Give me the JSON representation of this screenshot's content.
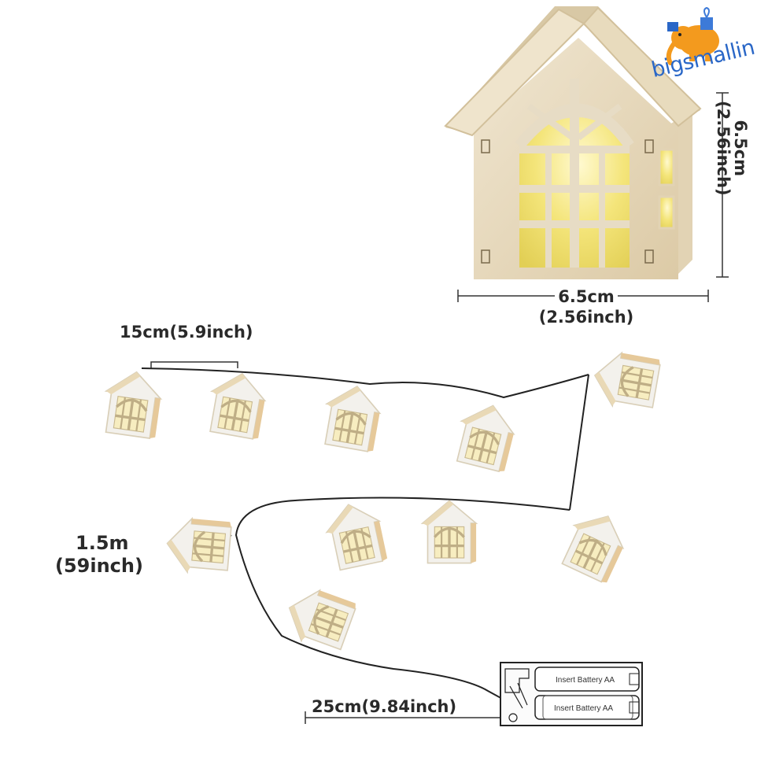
{
  "brand": {
    "logo_text": "bigsmallin"
  },
  "dimensions": {
    "height": "6.5cm\n(2.56inch)",
    "height_line1": "6.5cm",
    "height_line2": "(2.56inch)",
    "width_line1": "6.5cm",
    "width_line2": "(2.56inch)",
    "spacing": "15cm(5.9inch)",
    "length_line1": "1.5m",
    "length_line2": "(59inch)",
    "lead": "25cm(9.84inch)"
  },
  "battery_box": {
    "slot_1": "Insert Battery  AA",
    "slot_2": "Insert Battery  AA"
  },
  "colors": {
    "wood": "#e9dcc2",
    "wood_dark": "#cdb993",
    "glow": "#f3e27a",
    "house_white": "#f1efea",
    "wire": "#222222",
    "logo_blue": "#2a67c7",
    "logo_orange": "#f39a1e"
  },
  "icons": [
    "elephant-logo-icon",
    "wooden-house-icon",
    "battery-box-icon"
  ]
}
